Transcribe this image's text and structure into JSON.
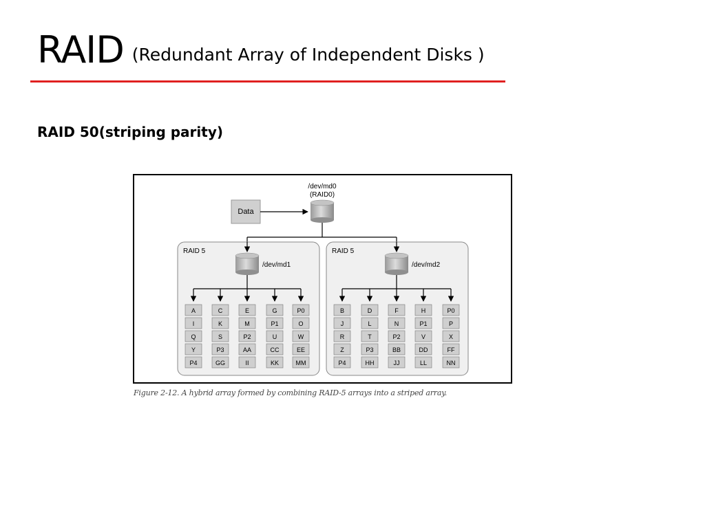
{
  "slide": {
    "title": "RAID",
    "title_sub": "(Redundant Array of Independent Disks )",
    "subtitle": "RAID 50(striping parity)"
  },
  "figure": {
    "data_label": "Data",
    "top_device": "/dev/md0",
    "top_device_level": "(RAID0)",
    "arrays": [
      {
        "label": "RAID 5",
        "device": "/dev/md1",
        "disks": [
          [
            "A",
            "I",
            "Q",
            "Y",
            "P4"
          ],
          [
            "C",
            "K",
            "S",
            "P3",
            "GG"
          ],
          [
            "E",
            "M",
            "P2",
            "AA",
            "II"
          ],
          [
            "G",
            "P1",
            "U",
            "CC",
            "KK"
          ],
          [
            "P0",
            "O",
            "W",
            "EE",
            "MM"
          ]
        ]
      },
      {
        "label": "RAID 5",
        "device": "/dev/md2",
        "disks": [
          [
            "B",
            "J",
            "R",
            "Z",
            "P4"
          ],
          [
            "D",
            "L",
            "T",
            "P3",
            "HH"
          ],
          [
            "F",
            "N",
            "P2",
            "BB",
            "JJ"
          ],
          [
            "H",
            "P1",
            "V",
            "DD",
            "LL"
          ],
          [
            "P0",
            "P",
            "X",
            "FF",
            "NN"
          ]
        ]
      }
    ],
    "caption": "Figure 2-12. A hybrid array formed by combining RAID-5 arrays into a striped array."
  },
  "colors": {
    "accent_rule": "#e02020",
    "group_fill": "#f0f0f0",
    "disk_fill": "#cfcfcf"
  }
}
